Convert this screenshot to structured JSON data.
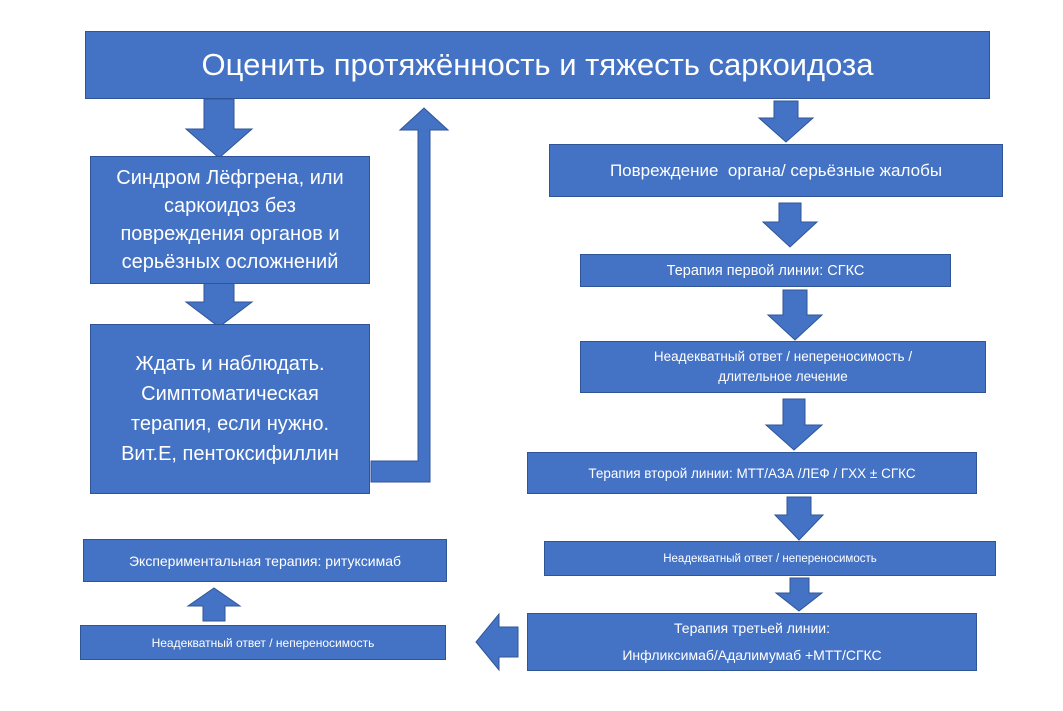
{
  "colors": {
    "box_fill": "#4472c4",
    "box_border": "#2f5597",
    "text": "#ffffff"
  },
  "title": "Оценить протяжённость и тяжесть саркоидоза",
  "left": {
    "lofgren_lines": [
      "Синдром Лёфгрена, или",
      "саркоидоз без",
      "повреждения органов и",
      "серьёзных осложнений"
    ],
    "watch_lines": [
      "Ждать и наблюдать.",
      "Симптоматическая",
      "терапия, если нужно.",
      "Вит.Е, пентоксифиллин"
    ]
  },
  "right": {
    "organ_damage": "Повреждение  органа/ серьёзные жалобы",
    "first_line": "Терапия первой линии: СГКС",
    "inadequate_1_lines": [
      "Неадекватный ответ / непереносимость /",
      "длительное лечение"
    ],
    "second_line": "Терапия второй линии: МТТ/АЗА /ЛЕФ / ГХХ ± СГКС",
    "inadequate_2": "Неадекватный ответ / непереносимость",
    "third_line_lines": [
      "Терапия третьей линии:",
      "Инфликсимаб/Адалимумаб +МТТ/СГКС"
    ]
  },
  "bottom_left": {
    "experimental": "Экспериментальная терапия: ритуксимаб",
    "inadequate_3": "Неадекватный ответ / непереносимость"
  }
}
